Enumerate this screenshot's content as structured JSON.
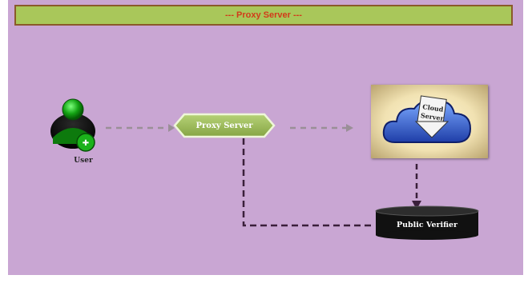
{
  "banner": {
    "title": "--- Proxy Server ---"
  },
  "nodes": {
    "user": "User",
    "proxy": "Proxy Server",
    "cloud_icon_text_1": "Cloud",
    "cloud_icon_text_2": "Server",
    "verifier": "Public Verifier"
  },
  "colors": {
    "background": "#c9a6d3",
    "banner_bg": "#a9c75a",
    "banner_text": "#d23a1a",
    "proxy_node": "#9dbb5b",
    "verifier_node": "#111111",
    "arrow_gray": "#9a8f97",
    "arrow_dark": "#3a1f3a"
  },
  "icons": {
    "user": "user-person-icon",
    "cloud": "cloud-server-icon"
  }
}
